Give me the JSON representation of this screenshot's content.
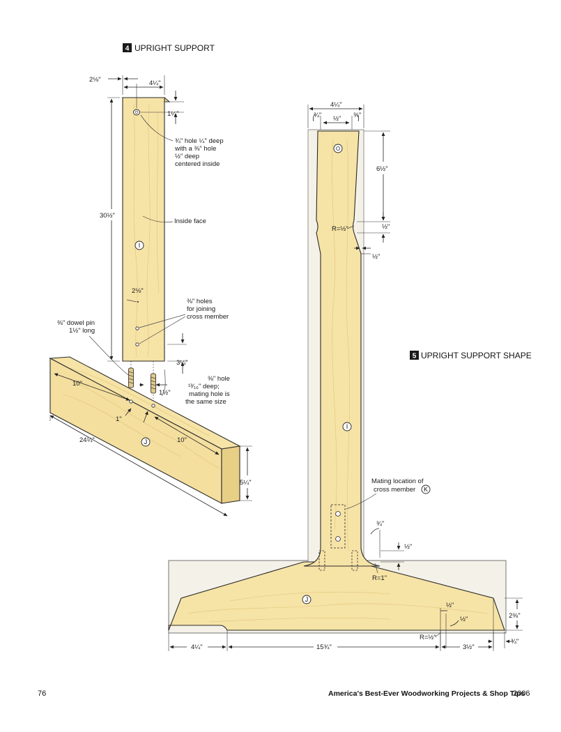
{
  "fig4": {
    "number": "4",
    "title": "UPRIGHT SUPPORT",
    "dims": {
      "offset_top": "2⅛\"",
      "width": "4¼\"",
      "hole_from_top": "1¼\"",
      "length": "30½\"",
      "hole_spacing_label": "2⅛\"",
      "hole_from_bottom": "3¼\"",
      "dowel_spacing": "1½\"",
      "foot_left": "10\"",
      "foot_gap": "1\"",
      "foot_right": "10\"",
      "foot_length": "24¼\"",
      "foot_height": "5¼\""
    },
    "notes": {
      "hole_line1": "¾\" hole ¼\" deep",
      "hole_line2": "with a ⅜\" hole",
      "hole_line3": "½\" deep",
      "hole_line4": "centered inside",
      "inside_face": "Inside face",
      "joining_line1": "⅜\" holes",
      "joining_line2": "for joining",
      "joining_line3": "cross member",
      "dowel_line1": "⅜\" dowel pin",
      "dowel_line2": "1½\" long",
      "mating_line1": "⅜\" hole",
      "mating_line2": "¹³⁄₁₆\" deep;",
      "mating_line3": "mating hole is",
      "mating_line4": "the same size"
    },
    "part_upright": "I",
    "part_foot": "J"
  },
  "fig5": {
    "number": "5",
    "title": "UPRIGHT SUPPORT SHAPE",
    "dims": {
      "top_width": "4¼\"",
      "top_left": "¾\"",
      "top_mid": "½\"",
      "top_right": "¾\"",
      "upper_height": "6½\"",
      "notch_height": "½\"",
      "radius_top": "R=½\"",
      "taper": "½\"",
      "fillet_offset": "¾\"",
      "fillet_drop": "½\"",
      "radius_fillet": "R=1\"",
      "foot_notch_a": "½\"",
      "foot_notch_b": "½\"",
      "radius_foot": "R=½\"",
      "foot_end_height": "2⅜\"",
      "foot_end_inset": "¾\"",
      "bottom_left": "4¼\"",
      "bottom_mid": "15¾\"",
      "bottom_right": "3½\""
    },
    "notes": {
      "mating_line1": "Mating location of",
      "mating_line2": "cross member"
    },
    "part_upright": "I",
    "part_foot": "J",
    "part_cross": "K"
  },
  "footer": {
    "page_number": "76",
    "book_title": "America's Best-Ever Woodworking Projects & Shop Tips",
    "year": "2006"
  },
  "colors": {
    "wood": "#f6e3a6",
    "wood_light": "#f9ecc0",
    "wood_end": "#e8cf86",
    "foot_block": "#f4f1e8",
    "badge": "#1a1a1a"
  }
}
